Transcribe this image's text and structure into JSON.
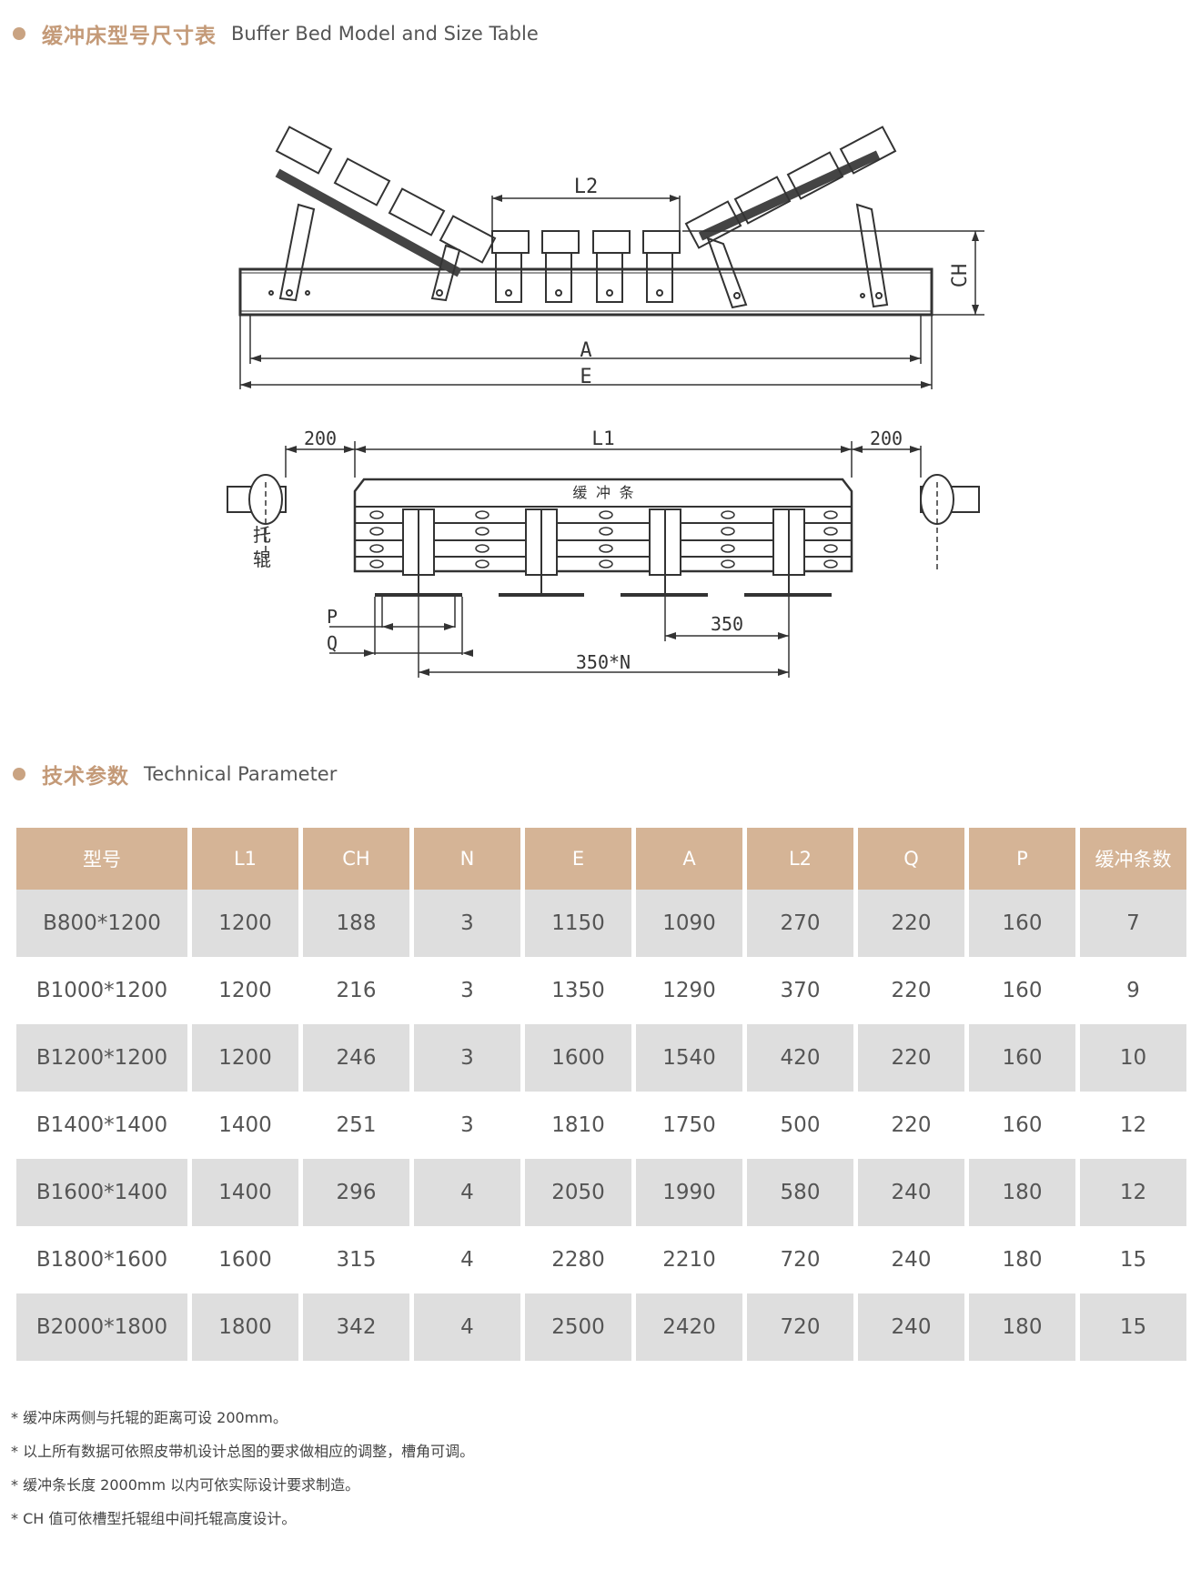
{
  "section1": {
    "title_cn": "缓冲床型号尺寸表",
    "title_en": "Buffer Bed Model and Size Table"
  },
  "section2": {
    "title_cn": "技术参数",
    "title_en": "Technical Parameter"
  },
  "drawing": {
    "labels": {
      "l2": "L2",
      "ch": "CH",
      "a": "A",
      "e": "E",
      "dim200_left": "200",
      "l1": "L1",
      "dim200_right": "200",
      "buffer_strip": "缓 冲 条",
      "roller_1": "托",
      "roller_2": "辊",
      "p": "P",
      "q": "Q",
      "dim350": "350",
      "dim350n": "350*N"
    }
  },
  "table": {
    "headers": [
      "型号",
      "L1",
      "CH",
      "N",
      "E",
      "A",
      "L2",
      "Q",
      "P",
      "缓冲条数"
    ],
    "rows": [
      [
        "B800*1200",
        "1200",
        "188",
        "3",
        "1150",
        "1090",
        "270",
        "220",
        "160",
        "7"
      ],
      [
        "B1000*1200",
        "1200",
        "216",
        "3",
        "1350",
        "1290",
        "370",
        "220",
        "160",
        "9"
      ],
      [
        "B1200*1200",
        "1200",
        "246",
        "3",
        "1600",
        "1540",
        "420",
        "220",
        "160",
        "10"
      ],
      [
        "B1400*1400",
        "1400",
        "251",
        "3",
        "1810",
        "1750",
        "500",
        "220",
        "160",
        "12"
      ],
      [
        "B1600*1400",
        "1400",
        "296",
        "4",
        "2050",
        "1990",
        "580",
        "240",
        "180",
        "12"
      ],
      [
        "B1800*1600",
        "1600",
        "315",
        "4",
        "2280",
        "2210",
        "720",
        "240",
        "180",
        "15"
      ],
      [
        "B2000*1800",
        "1800",
        "342",
        "4",
        "2500",
        "2420",
        "720",
        "240",
        "180",
        "15"
      ]
    ]
  },
  "notes": [
    "* 缓冲床两侧与托辊的距离可设 200mm。",
    "* 以上所有数据可依照皮带机设计总图的要求做相应的调整，槽角可调。",
    "* 缓冲条长度 2000mm 以内可依实际设计要求制造。",
    "* CH 值可依槽型托辊组中间托辊高度设计。"
  ]
}
